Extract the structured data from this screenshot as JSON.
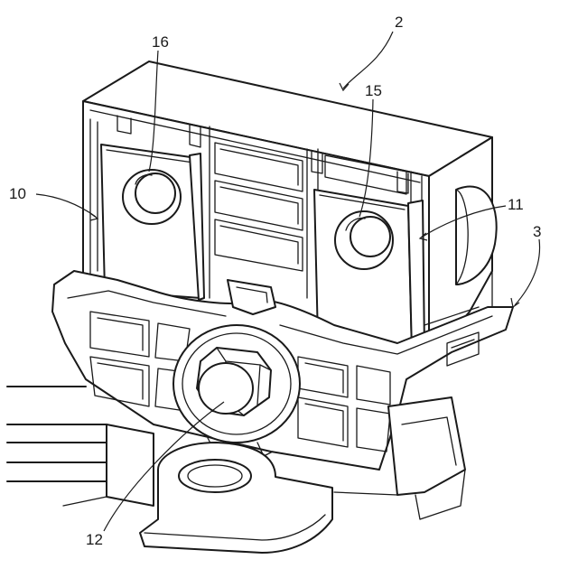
{
  "labels": {
    "l2": "2",
    "l3": "3",
    "l10": "10",
    "l11": "11",
    "l12": "12",
    "l15": "15",
    "l16": "16"
  }
}
